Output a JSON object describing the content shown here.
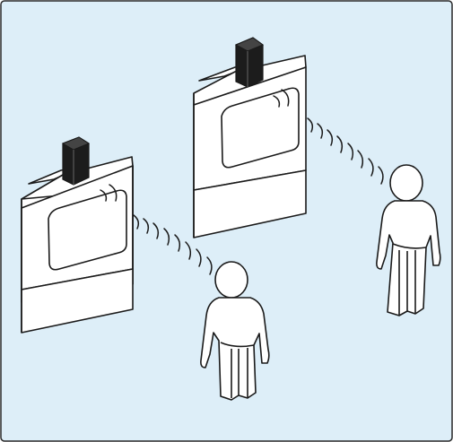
{
  "colors": {
    "background": "#ddeef8",
    "border": "#2a2a2a",
    "device_fill": "#ffffff",
    "line": "#1a1a1a",
    "sensor_fill": "#1c1c1c"
  },
  "scene": {
    "tv_units": [
      {
        "id": "left",
        "sensor_icon": "camera-sensor-icon"
      },
      {
        "id": "right",
        "sensor_icon": "camera-sensor-icon"
      }
    ],
    "viewers": [
      {
        "id": "front",
        "icon": "person-icon"
      },
      {
        "id": "back",
        "icon": "person-icon"
      }
    ],
    "signal_icon": "signal-wave-icon"
  }
}
